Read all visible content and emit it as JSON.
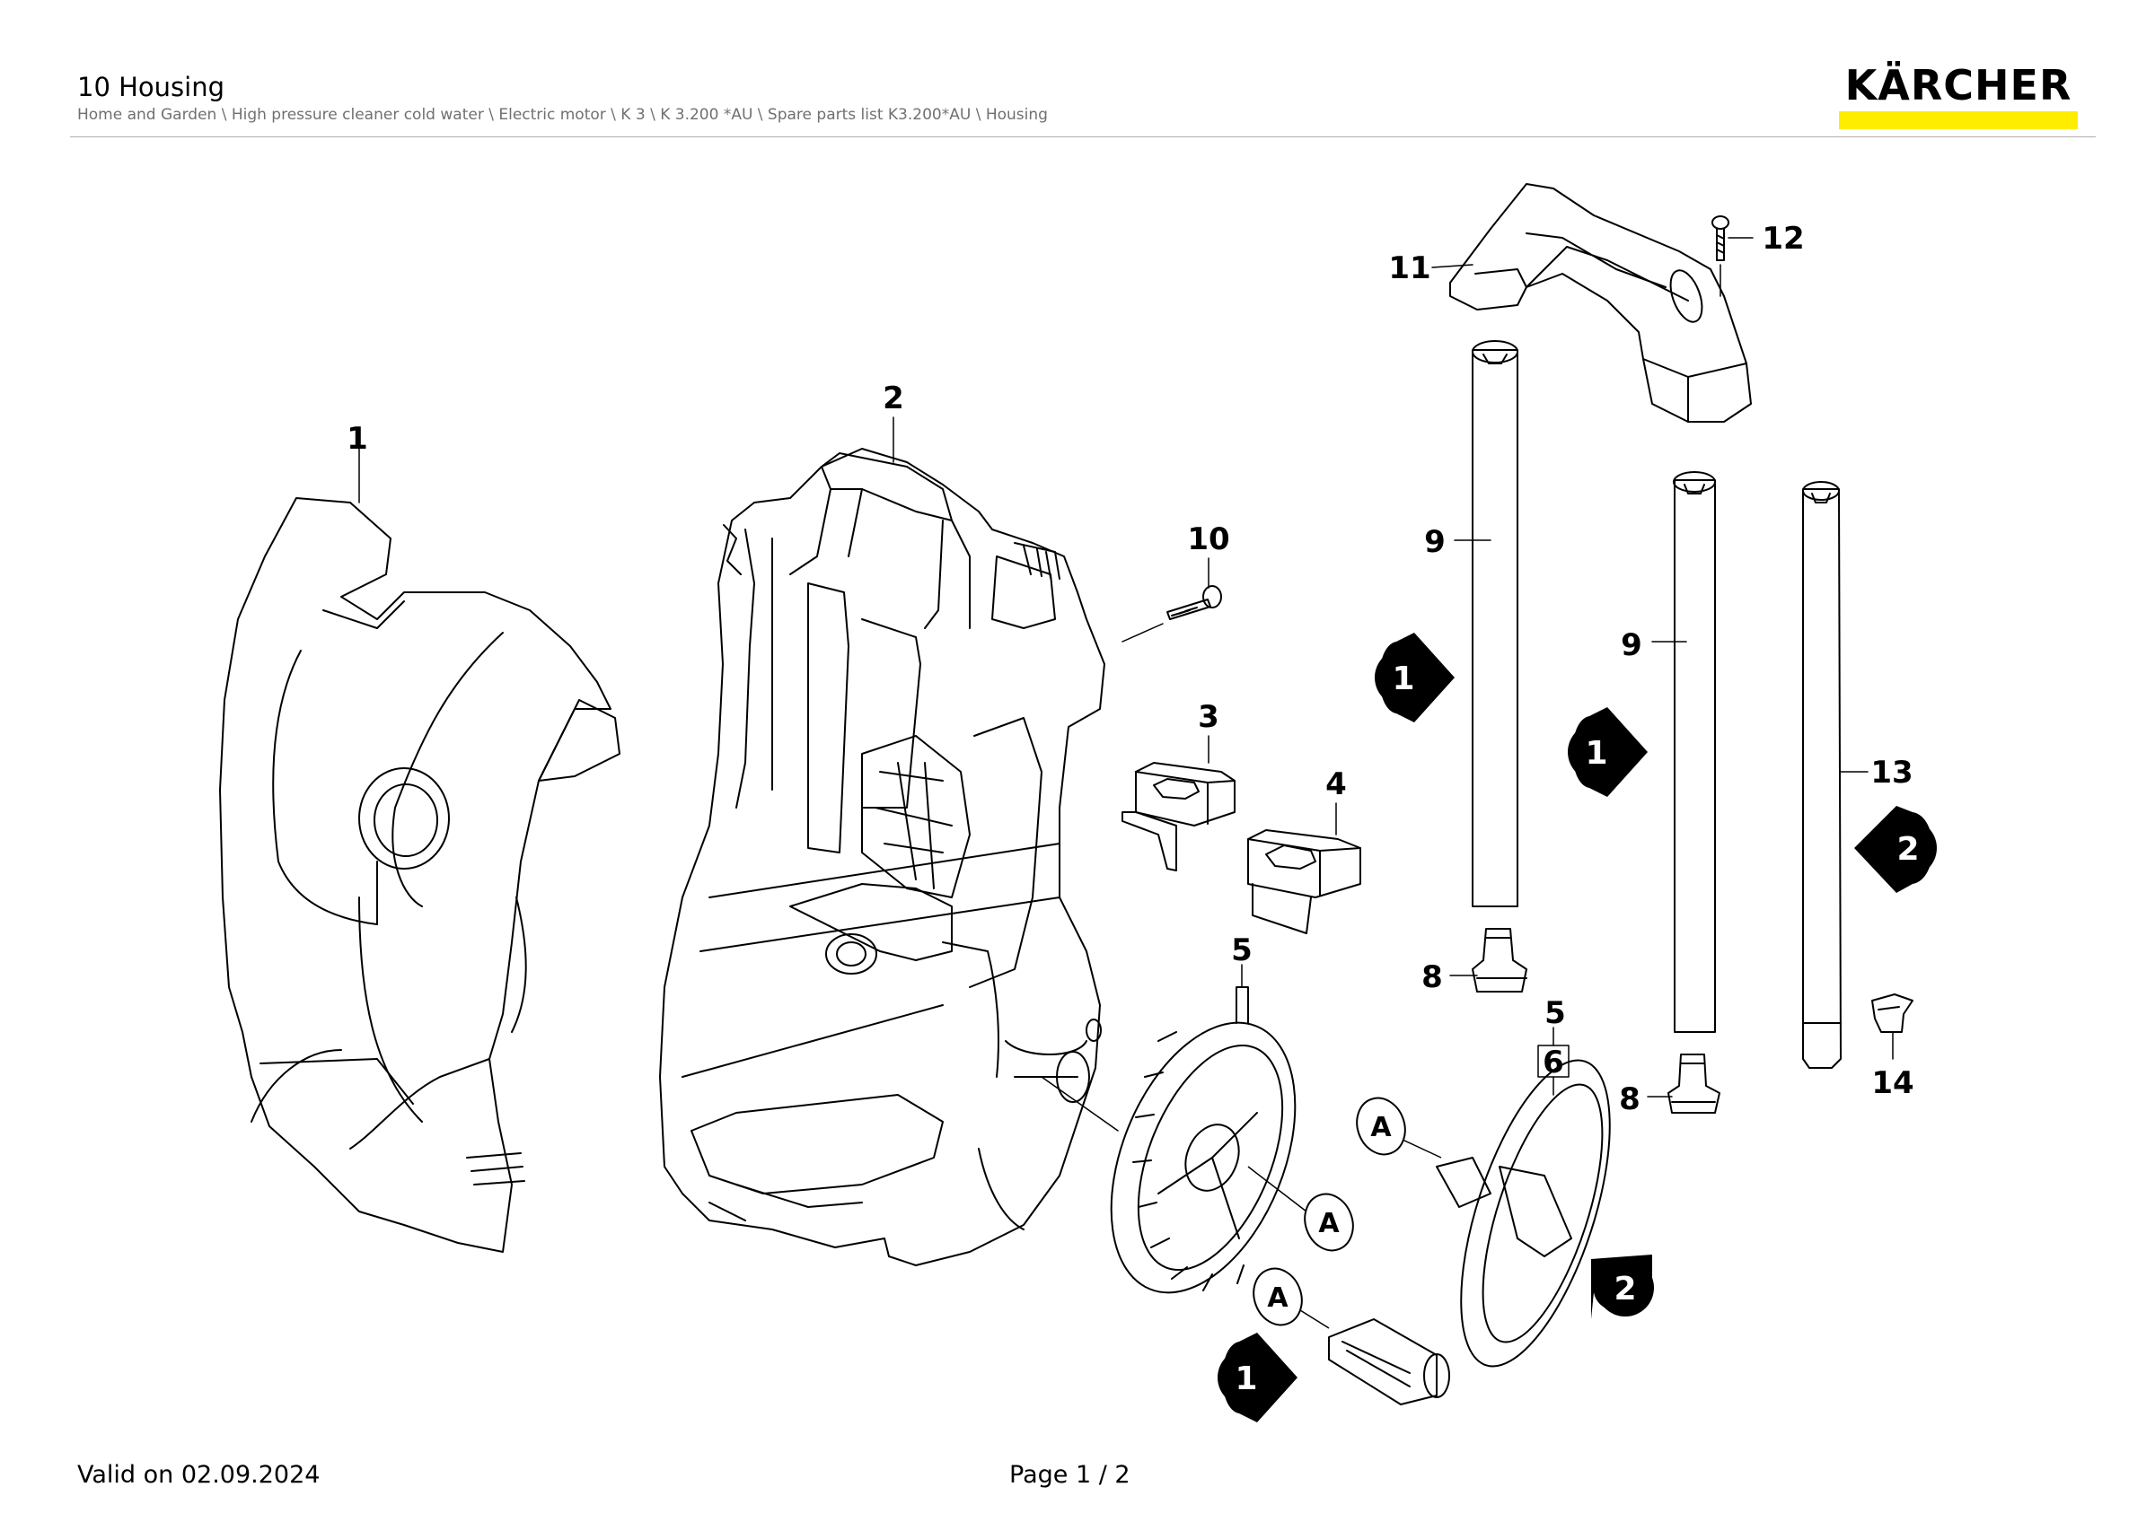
{
  "header": {
    "title": "10 Housing",
    "breadcrumb": "Home and Garden \\ High pressure cleaner cold water \\ Electric motor \\ K 3 \\ K 3.200 *AU \\ Spare parts list K3.200*AU \\ Housing",
    "logo_text": "KÄRCHER",
    "logo_color": "#ffed00"
  },
  "drawing": {
    "part_numbers": [
      "1",
      "2",
      "10",
      "3",
      "4",
      "5",
      "9",
      "8",
      "11",
      "12",
      "9",
      "8",
      "13",
      "14",
      "5",
      "6"
    ],
    "references": [
      "1",
      "1",
      "1",
      "2",
      "2"
    ],
    "assembly_marks": [
      "A",
      "A",
      "A"
    ]
  },
  "footer": {
    "valid": "Valid on 02.09.2024",
    "page": "Page 1 / 2"
  }
}
